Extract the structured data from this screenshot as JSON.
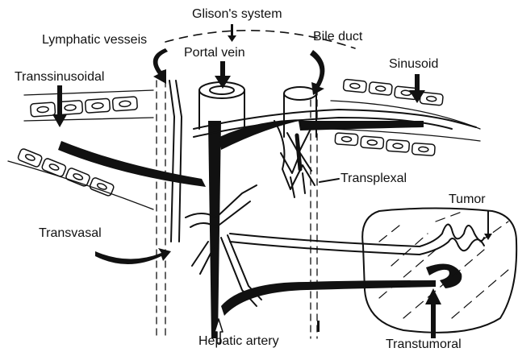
{
  "labels": {
    "glisons_system": "Glison's system",
    "lymphatic_vessels": "Lymphatic vesseis",
    "portal_vein": "Portal vein",
    "bile_duct": "Bile duct",
    "sinusoid": "Sinusoid",
    "transsinusoidal": "Transsinusoidal",
    "transplexal": "Transplexal",
    "tumor": "Tumor",
    "transvasal": "Transvasal",
    "hepatic_artery": "Hepatic artery",
    "transtumoral": "Transtumoral"
  },
  "colors": {
    "ink": "#111111",
    "background": "#ffffff"
  }
}
